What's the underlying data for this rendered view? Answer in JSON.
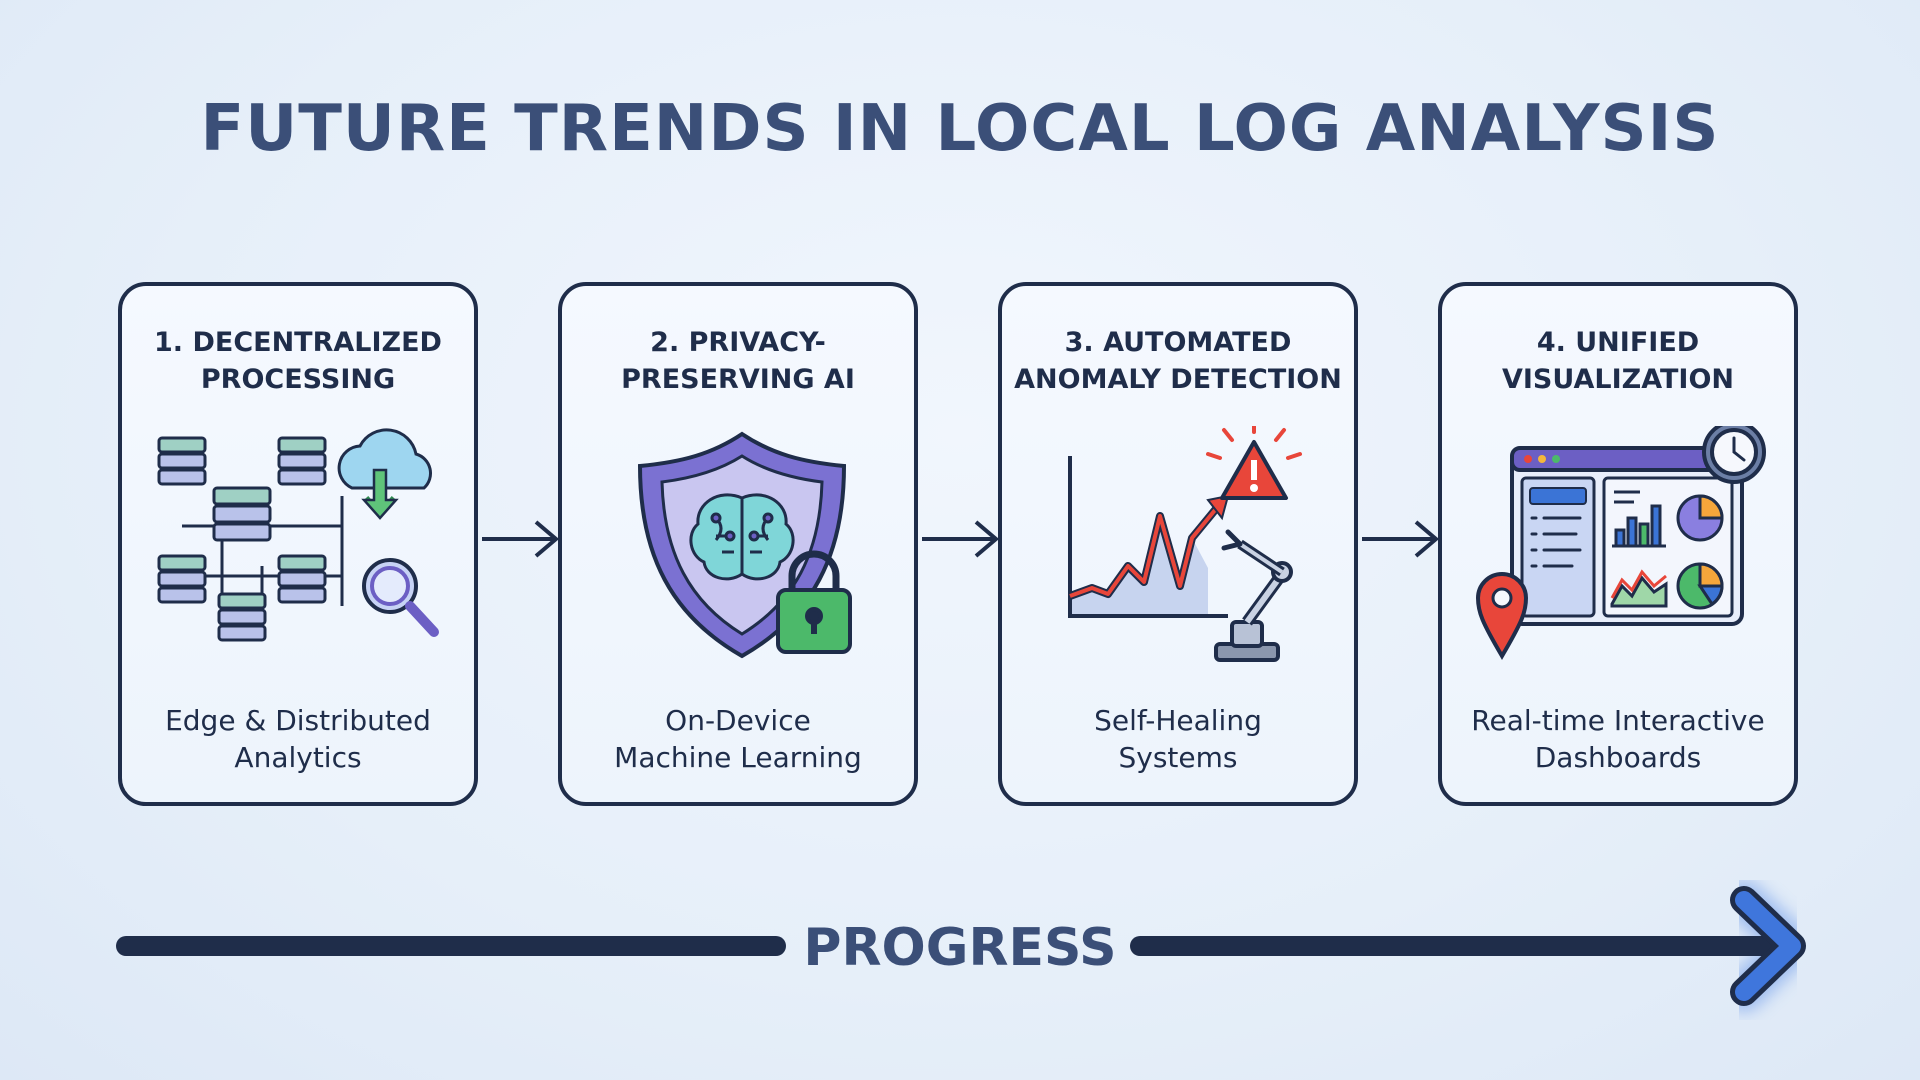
{
  "title": "FUTURE TRENDS IN LOCAL LOG ANALYSIS",
  "steps": [
    {
      "title": "1. DECENTRALIZED\nPROCESSING",
      "caption": "Edge & Distributed\nAnalytics",
      "icon": "server-network-cloud-search-icon"
    },
    {
      "title": "2. PRIVACY-\nPRESERVING AI",
      "caption": "On-Device\nMachine Learning",
      "icon": "shield-brain-lock-icon"
    },
    {
      "title": "3. AUTOMATED\nANOMALY DETECTION",
      "caption": "Self-Healing\nSystems",
      "icon": "anomaly-chart-robot-arm-icon"
    },
    {
      "title": "4. UNIFIED\nVISUALIZATION",
      "caption": "Real-time Interactive\nDashboards",
      "icon": "dashboard-clock-pin-icon"
    }
  ],
  "progress": {
    "label": "PROGRESS"
  },
  "colors": {
    "title": "#3b4f78",
    "card_border": "#1f2d4a",
    "accent_green": "#4cb96a",
    "accent_red": "#e8463a",
    "accent_purple": "#6c5fc4",
    "progress_start": "#7fe3f5",
    "progress_end": "#2f5fd0"
  }
}
